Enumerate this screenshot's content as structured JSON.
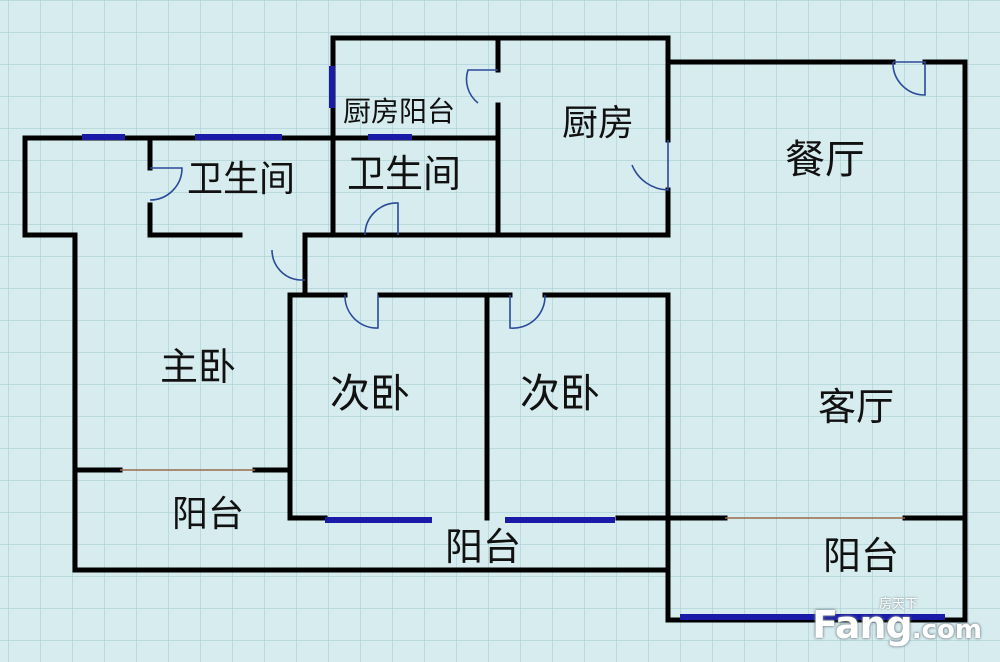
{
  "colors": {
    "background": "#d7ecee",
    "grid": "#a9cfd4",
    "wall": "#000000",
    "window": "#1a1aa8",
    "door": "#2a4a9a"
  },
  "rooms": {
    "kitchen_balcony": "厨房阳台",
    "kitchen": "厨房",
    "dining": "餐厅",
    "bathroom_1": "卫生间",
    "bathroom_2": "卫生间",
    "master_bedroom": "主卧",
    "second_bedroom_1": "次卧",
    "second_bedroom_2": "次卧",
    "living_room": "客厅",
    "balcony_1": "阳台",
    "balcony_2": "阳台",
    "balcony_3": "阳台"
  },
  "watermark": {
    "small": "房天下",
    "brand": "Fang",
    "suffix": ".com"
  }
}
